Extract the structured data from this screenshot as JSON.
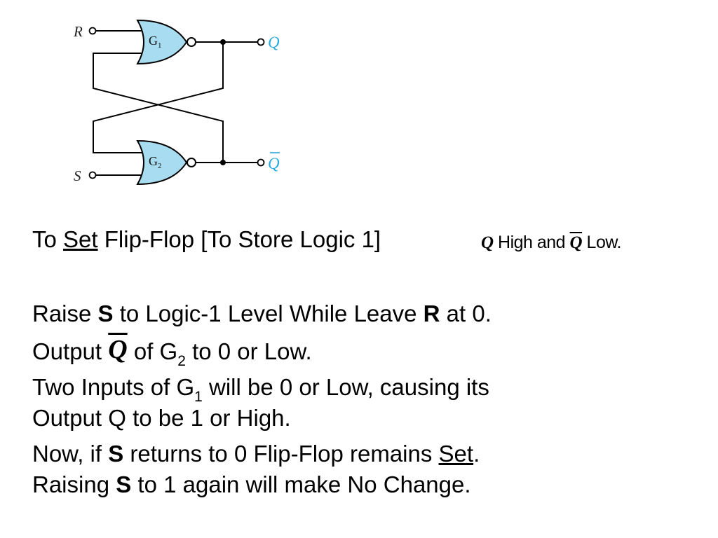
{
  "circuit": {
    "input_r": "R",
    "input_s": "S",
    "gate1": "G",
    "gate1_sub": "1",
    "gate2": "G",
    "gate2_sub": "2",
    "output_q": "Q",
    "output_qbar": "Q",
    "gate_fill": "#a8dcf0",
    "output_label_color": "#29a9e0"
  },
  "heading": {
    "prefix": "To ",
    "set_word": "Set",
    "suffix": " Flip-Flop  [To Store Logic 1]",
    "note_q": "Q",
    "note_high": " High and ",
    "note_qbar": "Q",
    "note_low": " Low."
  },
  "line1": {
    "a": "Raise ",
    "s": "S",
    "b": " to Logic-1 Level While Leave ",
    "r": "R",
    "c": " at 0."
  },
  "line2": {
    "a": "Output ",
    "qbar": "Q",
    "b": " of G",
    "sub": "2",
    "c": " to 0 or Low."
  },
  "line3": {
    "a": "Two Inputs of G",
    "sub": "1",
    "b": " will be 0 or Low, causing its"
  },
  "line4": "Output Q to be 1 or High.",
  "line5": {
    "a": "Now, if ",
    "s": "S",
    "b": " returns to 0 Flip-Flop remains ",
    "set_word": "Set",
    "c": "."
  },
  "line6": {
    "a": "Raising ",
    "s": "S",
    "b": " to 1 again will make No Change."
  }
}
